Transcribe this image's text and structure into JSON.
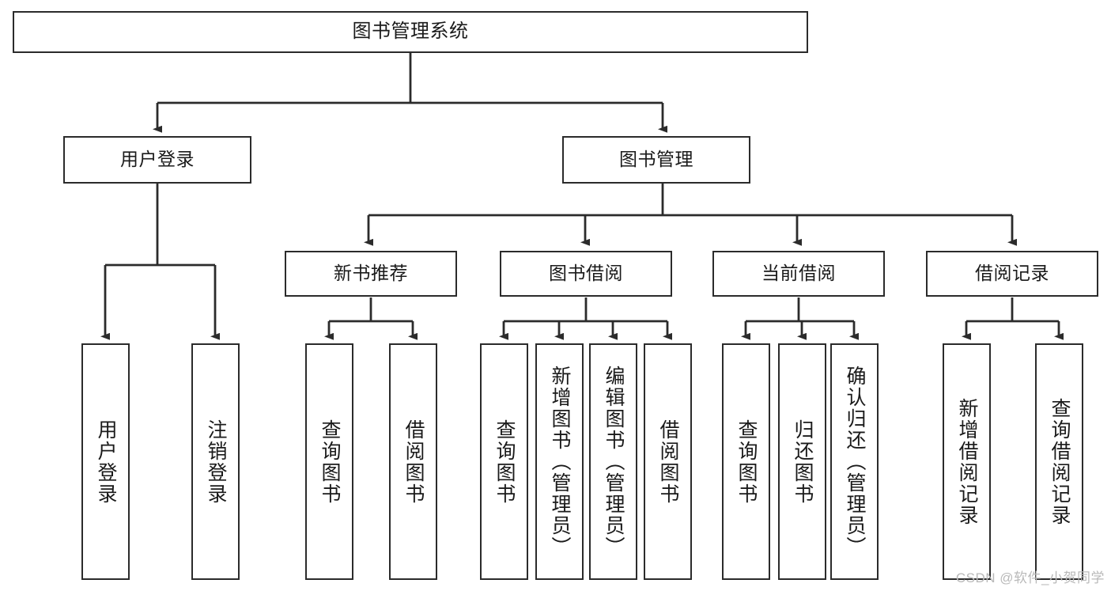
{
  "diagram": {
    "title": "图书管理系统",
    "root": {
      "label": "图书管理系统"
    },
    "branches": [
      {
        "label": "用户登录"
      },
      {
        "label": "图书管理"
      }
    ],
    "sub_branches": [
      {
        "label": "新书推荐"
      },
      {
        "label": "图书借阅"
      },
      {
        "label": "当前借阅"
      },
      {
        "label": "借阅记录"
      }
    ],
    "leaves": {
      "user_login": [
        {
          "label": "用户登录"
        },
        {
          "label": "注销登录"
        }
      ],
      "new_book_recommend": [
        {
          "label": "查询图书"
        },
        {
          "label": "借阅图书"
        }
      ],
      "book_borrow": [
        {
          "label": "查询图书"
        },
        {
          "label": "新增图书（管理员）"
        },
        {
          "label": "编辑图书（管理员）"
        },
        {
          "label": "借阅图书"
        }
      ],
      "current_borrow": [
        {
          "label": "查询图书"
        },
        {
          "label": "归还图书"
        },
        {
          "label": "确认归还（管理员）"
        }
      ],
      "borrow_record": [
        {
          "label": "新增借阅记录"
        },
        {
          "label": "查询借阅记录"
        }
      ]
    }
  },
  "watermark": {
    "text": "CSDN @软件_小贺同学"
  },
  "colors": {
    "stroke": "#2b2b2b",
    "fill": "#ffffff",
    "text": "#1a1a1a",
    "watermark": "#b9b9b9"
  }
}
